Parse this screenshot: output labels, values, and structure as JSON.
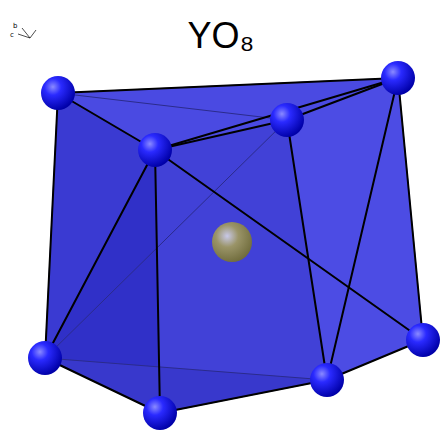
{
  "diagram": {
    "title": "YO₈",
    "labels": [
      "b",
      "c"
    ]
  }
}
